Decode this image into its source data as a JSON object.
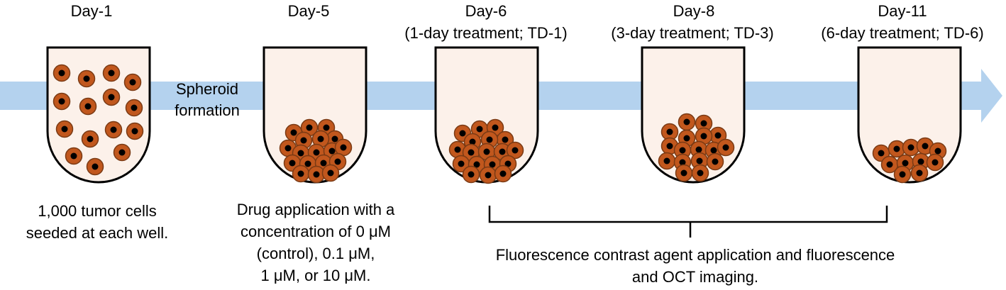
{
  "timeline": {
    "arrow_color": "#b4d2ee",
    "arrow_label_line1": "Spheroid",
    "arrow_label_line2": "formation"
  },
  "colors": {
    "well_fill": "#fcf1ea",
    "well_stroke": "#000000",
    "cell_fill": "#c1571d",
    "cell_stroke": "#7a3a14",
    "nucleus": "#000000"
  },
  "stages": [
    {
      "day": "Day-1",
      "treatment": "",
      "caption": [
        "1,000 tumor cells",
        "seeded at each well."
      ]
    },
    {
      "day": "Day-5",
      "treatment": "",
      "caption": [
        "Drug application with a",
        "concentration of 0 μM",
        "(control), 0.1 μM,",
        "1 μM, or 10 μM."
      ]
    },
    {
      "day": "Day-6",
      "treatment": "(1-day treatment; TD-1)",
      "caption": []
    },
    {
      "day": "Day-8",
      "treatment": "(3-day treatment; TD-3)",
      "caption": []
    },
    {
      "day": "Day-11",
      "treatment": "(6-day treatment; TD-6)",
      "caption": []
    }
  ],
  "bracket_caption": [
    "Fluorescence contrast agent application and fluorescence",
    "and OCT imaging."
  ]
}
